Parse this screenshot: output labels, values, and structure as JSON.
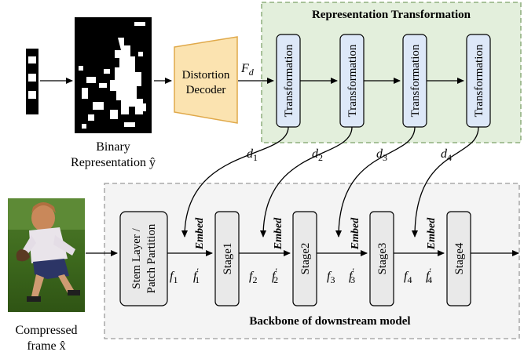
{
  "header": {
    "title": "Representation Transformation"
  },
  "backbone": {
    "title": "Backbone of downstream model"
  },
  "inputs": {
    "binary_label_line1": "Binary",
    "binary_label_line2": "Representation ŷ",
    "frame_label_line1": "Compressed",
    "frame_label_line2": "frame x̂"
  },
  "decoder": {
    "line1": "Distortion",
    "line2": "Decoder",
    "output": "F",
    "output_sub": "d"
  },
  "transforms": [
    {
      "label": "Transformation"
    },
    {
      "label": "Transformation"
    },
    {
      "label": "Transformation"
    },
    {
      "label": "Transformation"
    }
  ],
  "d_labels": [
    {
      "base": "d",
      "sub": "1"
    },
    {
      "base": "d",
      "sub": "2"
    },
    {
      "base": "d",
      "sub": "3"
    },
    {
      "base": "d",
      "sub": "4"
    }
  ],
  "stem": {
    "line1": "Stem Layer /",
    "line2": "Patch Partition"
  },
  "stages": [
    {
      "label": "Stage1"
    },
    {
      "label": "Stage2"
    },
    {
      "label": "Stage3"
    },
    {
      "label": "Stage4"
    }
  ],
  "embed_label": "Embed",
  "f_labels": [
    {
      "base": "f",
      "sub": "1"
    },
    {
      "base": "f",
      "sub": "2"
    },
    {
      "base": "f",
      "sub": "3"
    },
    {
      "base": "f",
      "sub": "4"
    }
  ],
  "f_prime_labels": [
    {
      "base": "f",
      "sub": "1",
      "prime": "′"
    },
    {
      "base": "f",
      "sub": "2",
      "prime": "′"
    },
    {
      "base": "f",
      "sub": "3",
      "prime": "′"
    },
    {
      "base": "f",
      "sub": "4",
      "prime": "′"
    }
  ],
  "colors": {
    "transform_fill": "#dde8f8",
    "transform_box_fill": "#e3efdc",
    "transform_box_stroke": "#7ea26a",
    "decoder_fill": "#fbe3b0",
    "decoder_stroke": "#e0a94a",
    "backbone_fill": "#f4f4f4",
    "stage_fill": "#e9e9e9"
  }
}
